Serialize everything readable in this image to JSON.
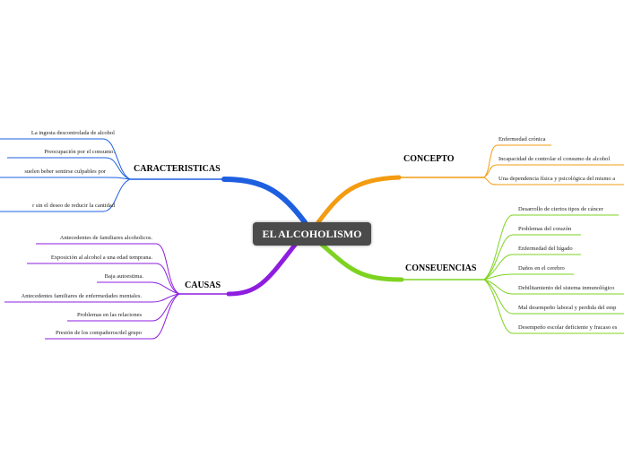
{
  "central": "EL ALCOHOLISMO",
  "branches": {
    "concepto": {
      "title": "CONCEPTO",
      "color": "#f39c12",
      "items": [
        "Enfermedad crónica",
        "Incapacidad de controlar el consumo de alcohol",
        "Una dependencia física y psicológica del mismo a"
      ]
    },
    "consecuencias": {
      "title": "CONSEUENCIAS",
      "color": "#7ed321",
      "items": [
        "Desarrollo de ciertos tipos de cáncer",
        "Problemas del corazón",
        "Enfermedad del hígado",
        "Daños en el cerebro",
        "Debilitamiento del sistema inmunológico",
        "Mal desempeño laboral y perdida del emp",
        "Desempeño escolar deficiente y fracaso es"
      ]
    },
    "caracteristicas": {
      "title": "CARACTERISTICAS",
      "color": "#1e5fe0",
      "items": [
        "La ingesta descontrolada de alcohol",
        "Preocupación por el consumo.",
        "suelen beber sentirse culpables por",
        "r sin el deseo de reducir la cantidad"
      ]
    },
    "causas": {
      "title": "CAUSAS",
      "color": "#8e1de0",
      "items": [
        "Antecedentes de familiares alcoholicos.",
        "Exposición al alcohol a una edad temprana.",
        "Baja autoestima.",
        "Antecedentes familiares de enfermedades mentales.",
        "Problemas en las relaciones",
        "Presión de los compañeros/del grupo"
      ]
    }
  }
}
